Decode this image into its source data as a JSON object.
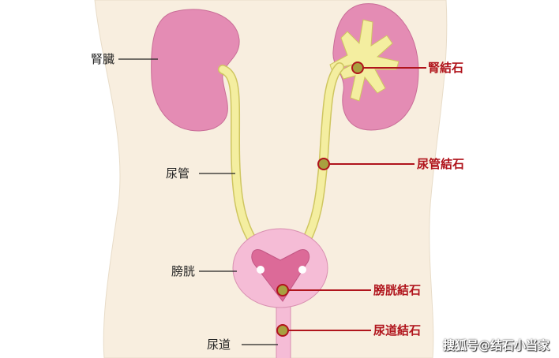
{
  "labels_left": {
    "kidney": "腎臓",
    "ureter": "尿管",
    "bladder": "膀胱",
    "urethra": "尿道"
  },
  "labels_stones": {
    "kidney_stone": "腎結石",
    "ureter_stone": "尿管結石",
    "bladder_stone": "膀胱結石",
    "urethra_stone": "尿道結石"
  },
  "watermark": "搜狐号@结石小当家",
  "colors": {
    "body": "#f8eedf",
    "kidney": "#e48cb4",
    "ureter": "#f4eea0",
    "bladder": "#f5bcd6",
    "trigone": "#dc6a98",
    "stone": "#a8a040",
    "stone_line": "#b0141c"
  }
}
